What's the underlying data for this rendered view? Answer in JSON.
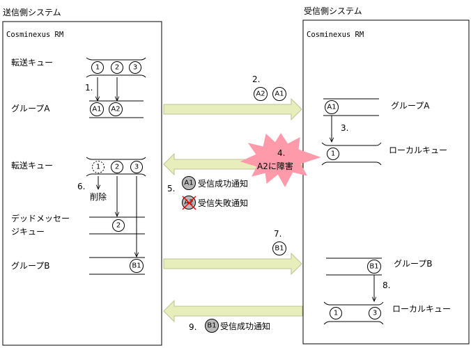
{
  "sender": {
    "title": "送信側システム",
    "rm_label": "Cosminexus RM",
    "transfer_queue_1": "転送キュー",
    "group_a": "グループA",
    "transfer_queue_2": "転送キュー",
    "dead_letter_line1": "デッドメッセー",
    "dead_letter_line2": "ジキュー",
    "group_b": "グループB",
    "delete_label": "削除"
  },
  "receiver": {
    "title": "受信側システム",
    "rm_label": "Cosminexus RM",
    "group_a": "グループA",
    "local_queue_1": "ローカルキュー",
    "group_b": "グループB",
    "local_queue_2": "ローカルキュー"
  },
  "steps": {
    "s1": "1.",
    "s2": "2.",
    "s3": "3.",
    "s4_num": "4.",
    "s4_text": "A2に障害",
    "s5": "5.",
    "s5_line1": "受信成功通知",
    "s5_line2": "受信失敗通知",
    "s6": "6.",
    "s7": "7.",
    "s8": "8.",
    "s9": "9.",
    "s9_text": "受信成功通知"
  },
  "tokens": {
    "n1": "1",
    "n2": "2",
    "n3": "3",
    "a1": "A1",
    "a2": "A2",
    "b1": "B1"
  },
  "colors": {
    "arrow_fill": "#e8edbc",
    "arrow_stroke": "#bfc495",
    "burst_fill": "#ff9aaa",
    "gray_circle": "#b8b8b8",
    "cross": "#ff0000"
  }
}
